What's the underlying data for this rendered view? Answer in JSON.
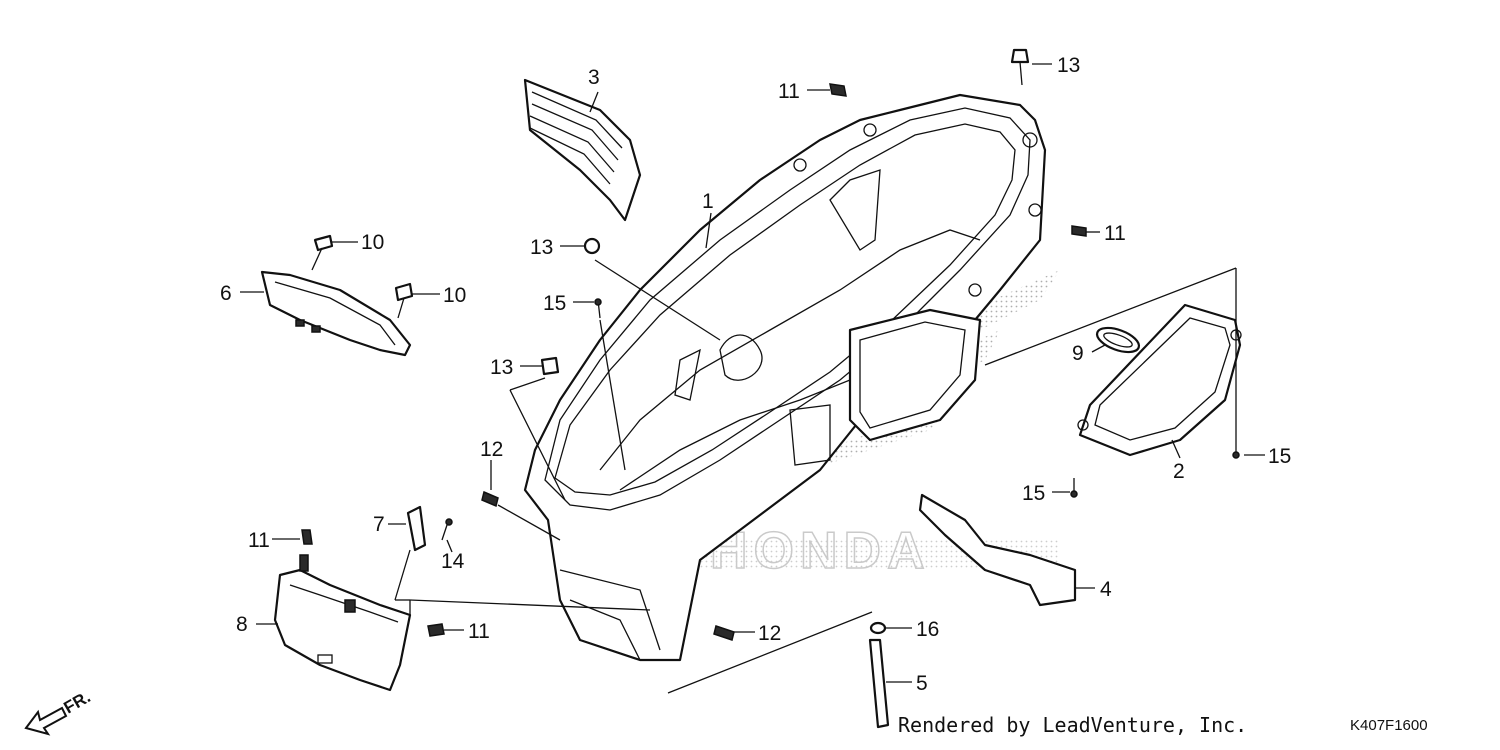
{
  "diagram": {
    "callouts": {
      "c1": "1",
      "c2": "2",
      "c3": "3",
      "c4": "4",
      "c5": "5",
      "c6": "6",
      "c7": "7",
      "c8": "8",
      "c9": "9",
      "c10a": "10",
      "c10b": "10",
      "c11a": "11",
      "c11b": "11",
      "c11c": "11",
      "c11d": "11",
      "c12a": "12",
      "c12b": "12",
      "c13a": "13",
      "c13b": "13",
      "c13c": "13",
      "c14": "14",
      "c15a": "15",
      "c15b": "15",
      "c15c": "15",
      "c16": "16"
    },
    "direction_label": "FR.",
    "caption": "Rendered by LeadVenture, Inc.",
    "drawing_code": "K407F1600",
    "watermark_text": "HONDA"
  }
}
